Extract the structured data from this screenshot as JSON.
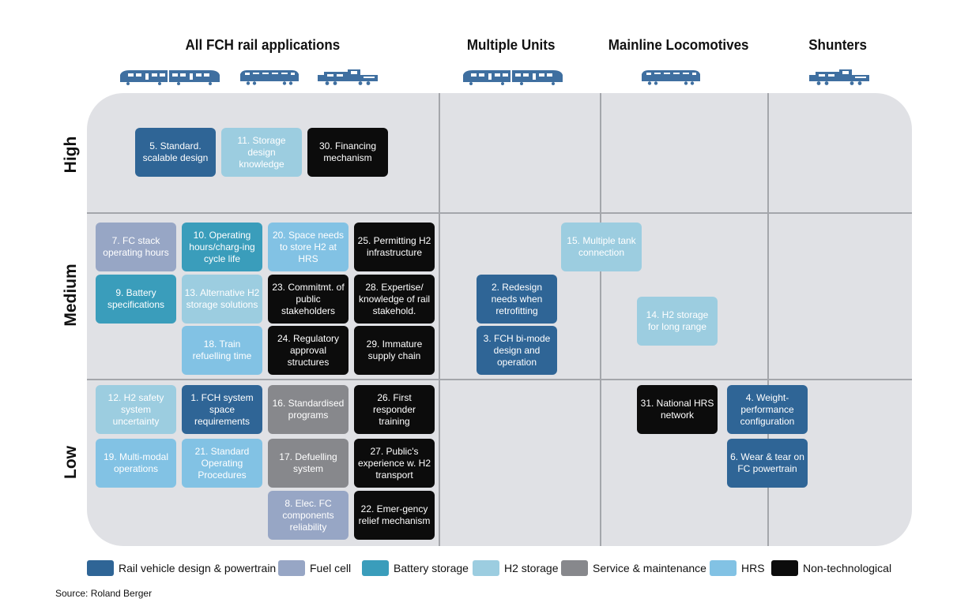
{
  "colors": {
    "rail": "#2f6596",
    "fuelcell": "#97a6c5",
    "battery": "#3a9dbb",
    "h2storage": "#9ccde0",
    "service": "#87888c",
    "hrs": "#82c2e4",
    "nontech": "#0c0c0c",
    "panel": "#e0e1e5",
    "grid": "#a4a6ab"
  },
  "columns": [
    "All FCH rail applications",
    "Multiple Units",
    "Mainline Locomotives",
    "Shunters"
  ],
  "rows": [
    "High",
    "Medium",
    "Low"
  ],
  "icons": [
    "multiple-unit-train-icon",
    "mainline-locomotive-icon",
    "shunter-locomotive-icon"
  ],
  "items": [
    {
      "id": "5",
      "text": "5. Standard. scalable design",
      "cat": "rail"
    },
    {
      "id": "11",
      "text": "11. Storage design knowledge",
      "cat": "h2storage"
    },
    {
      "id": "30",
      "text": "30. Financing mechanism",
      "cat": "nontech"
    },
    {
      "id": "7",
      "text": "7. FC stack operating hours",
      "cat": "fuelcell"
    },
    {
      "id": "10",
      "text": "10. Operating hours/charg-ing cycle life",
      "cat": "battery"
    },
    {
      "id": "20",
      "text": "20. Space needs to store H2 at HRS",
      "cat": "hrs"
    },
    {
      "id": "25",
      "text": "25. Permitting H2 infrastructure",
      "cat": "nontech"
    },
    {
      "id": "15",
      "text": "15. Multiple tank connection",
      "cat": "h2storage"
    },
    {
      "id": "9",
      "text": "9. Battery specifications",
      "cat": "battery"
    },
    {
      "id": "13",
      "text": "13. Alternative H2 storage solutions",
      "cat": "h2storage"
    },
    {
      "id": "23",
      "text": "23. Commitmt. of public stakeholders",
      "cat": "nontech"
    },
    {
      "id": "28",
      "text": "28. Expertise/ knowledge of rail stakehold.",
      "cat": "nontech"
    },
    {
      "id": "2",
      "text": "2. Redesign needs when retrofitting",
      "cat": "rail"
    },
    {
      "id": "14",
      "text": "14. H2 storage for long range",
      "cat": "h2storage"
    },
    {
      "id": "18",
      "text": "18. Train refuelling time",
      "cat": "hrs"
    },
    {
      "id": "24",
      "text": "24. Regulatory approval structures",
      "cat": "nontech"
    },
    {
      "id": "29",
      "text": "29. Immature supply chain",
      "cat": "nontech"
    },
    {
      "id": "3",
      "text": "3. FCH bi-mode design and operation",
      "cat": "rail"
    },
    {
      "id": "12",
      "text": "12. H2 safety system uncertainty",
      "cat": "h2storage"
    },
    {
      "id": "1",
      "text": "1. FCH system space requirements",
      "cat": "rail"
    },
    {
      "id": "16",
      "text": "16. Standardised programs",
      "cat": "service"
    },
    {
      "id": "26",
      "text": "26. First responder training",
      "cat": "nontech"
    },
    {
      "id": "31",
      "text": "31. National HRS network",
      "cat": "nontech"
    },
    {
      "id": "4",
      "text": "4. Weight-performance configuration",
      "cat": "rail"
    },
    {
      "id": "19",
      "text": "19. Multi-modal operations",
      "cat": "hrs"
    },
    {
      "id": "21",
      "text": "21. Standard Operating Procedures",
      "cat": "hrs"
    },
    {
      "id": "17",
      "text": "17. Defuelling system",
      "cat": "service"
    },
    {
      "id": "27",
      "text": "27. Public's experience w. H2 transport",
      "cat": "nontech"
    },
    {
      "id": "6",
      "text": "6. Wear & tear on FC powertrain",
      "cat": "rail"
    },
    {
      "id": "8",
      "text": "8. Elec. FC components reliability",
      "cat": "fuelcell"
    },
    {
      "id": "22",
      "text": "22. Emer-gency relief mechanism",
      "cat": "nontech"
    }
  ],
  "legend": [
    {
      "label": "Rail vehicle design & powertrain",
      "cat": "rail"
    },
    {
      "label": "Fuel cell",
      "cat": "fuelcell"
    },
    {
      "label": "Battery storage",
      "cat": "battery"
    },
    {
      "label": "H2 storage",
      "cat": "h2storage"
    },
    {
      "label": "Service & maintenance",
      "cat": "service"
    },
    {
      "label": "HRS",
      "cat": "hrs"
    },
    {
      "label": "Non-technological",
      "cat": "nontech"
    }
  ],
  "source": "Source: Roland Berger"
}
